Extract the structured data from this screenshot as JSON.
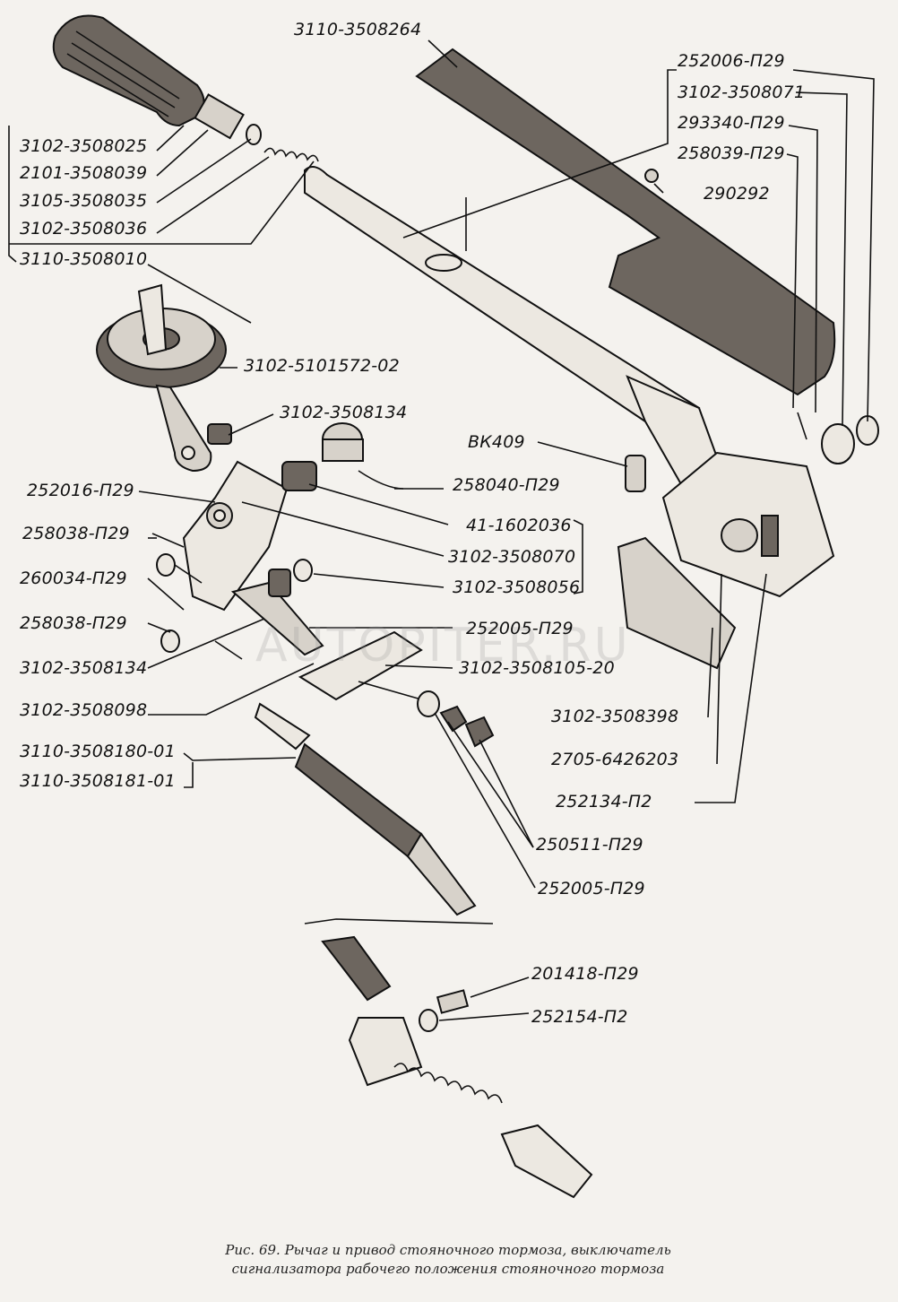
{
  "labels": {
    "l_3110_3508264": "3110-3508264",
    "l_252006_p29": "252006-П29",
    "l_3102_3508071": "3102-3508071",
    "l_293340_p29": "293340-П29",
    "l_258039_p29": "258039-П29",
    "l_290292": "290292",
    "l_3102_3508025": "3102-3508025",
    "l_2101_3508039": "2101-3508039",
    "l_3105_3508035": "3105-3508035",
    "l_3102_3508036": "3102-3508036",
    "l_3110_3508010": "3110-3508010",
    "l_3102_5101572_02": "3102-5101572-02",
    "l_3102_3508134_a": "3102-3508134",
    "l_bk409": "ВК409",
    "l_258040_p29": "258040-П29",
    "l_252016_p29": "252016-П29",
    "l_41_1602036": "41-1602036",
    "l_258038_p29_a": "258038-П29",
    "l_3102_3508070": "3102-3508070",
    "l_260034_p29": "260034-П29",
    "l_3102_3508056": "3102-3508056",
    "l_258038_p29_b": "258038-П29",
    "l_252005_p29_a": "252005-П29",
    "l_3102_3508134_b": "3102-3508134",
    "l_3102_3508105_20": "3102-3508105-20",
    "l_3102_3508098": "3102-3508098",
    "l_3102_3508398": "3102-3508398",
    "l_3110_3508180_01": "3110-3508180-01",
    "l_2705_6426203": "2705-6426203",
    "l_3110_3508181_01": "3110-3508181-01",
    "l_252134_p2": "252134-П2",
    "l_250511_p29": "250511-П29",
    "l_252005_p29_b": "252005-П29",
    "l_201418_p29": "201418-П29",
    "l_252154_p2": "252154-П2"
  },
  "caption": {
    "line1": "Рис. 69. Рычаг и привод стояночного тормоза, выключатель",
    "line2": "сигнализатора рабочего положения стояночного тормоза"
  },
  "watermark": "AUTOPITER.RU"
}
